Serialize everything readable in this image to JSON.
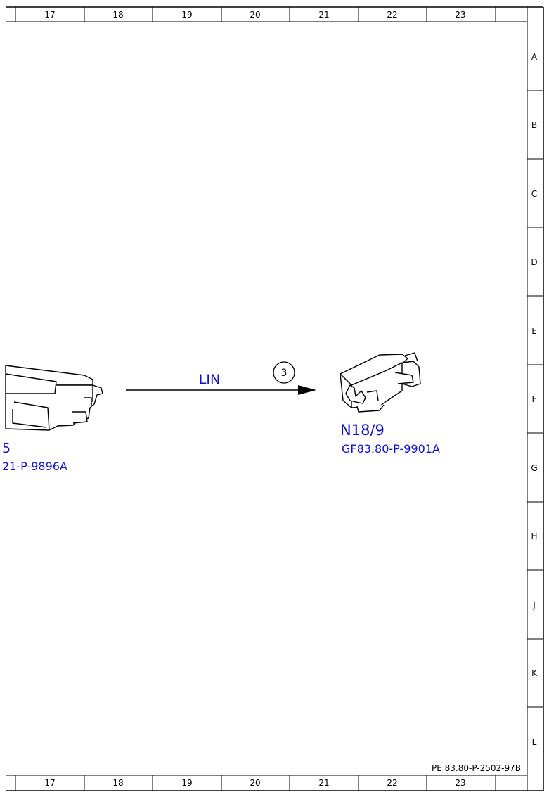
{
  "grid": {
    "columns": [
      "17",
      "18",
      "19",
      "20",
      "21",
      "22",
      "23"
    ],
    "rows": [
      "A",
      "B",
      "C",
      "D",
      "E",
      "F",
      "G",
      "H",
      "J",
      "K",
      "L"
    ]
  },
  "connection": {
    "bus_label": "LIN",
    "callout_number": "3"
  },
  "left_component": {
    "code_fragment": "5",
    "reference_fragment": "21-P-9896A"
  },
  "right_component": {
    "code": "N18/9",
    "reference": "GF83.80-P-9901A"
  },
  "document_id": "PE 83.80-P-2502-97B",
  "colors": {
    "line": "#000000",
    "label_blue": "#1010d0"
  }
}
